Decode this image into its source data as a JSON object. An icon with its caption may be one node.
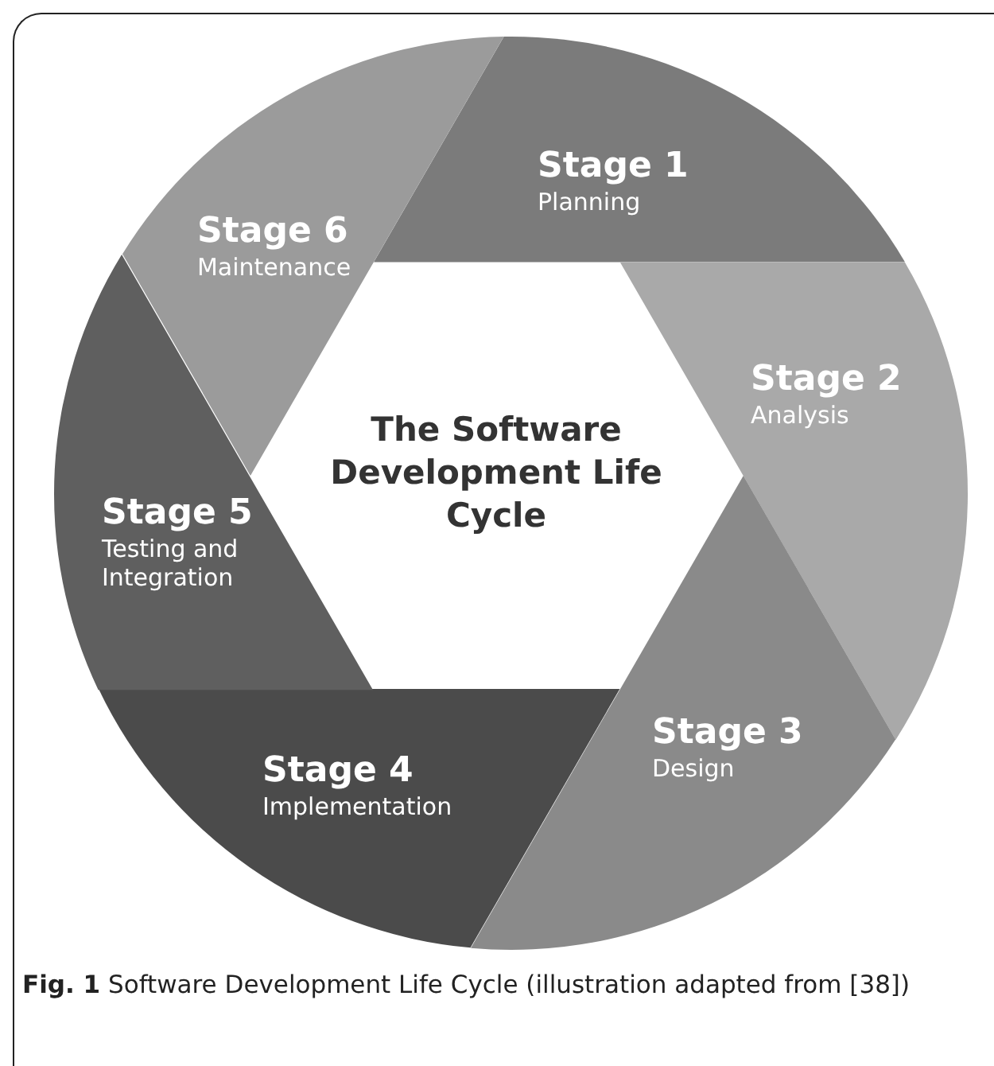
{
  "diagram": {
    "caption": "**Fig. 1** Software Development Life Cycle (illustration adapted from [38])",
    "nodes": [
      {
        "text": [
          "The Software Development Life Cycle"
        ]
      },
      {
        "text": [
          "Stage 1",
          "Planning"
        ]
      },
      {
        "text": [
          "Stage 2",
          "Analysis"
        ]
      },
      {
        "text": [
          "Stage 3",
          "Design"
        ]
      },
      {
        "text": [
          "Stage 4",
          "Implementation"
        ]
      },
      {
        "text": [
          "Stage 5",
          "Testing and Integration"
        ]
      },
      {
        "text": [
          "Stage 6",
          "Maintenance"
        ]
      }
    ]
  }
}
